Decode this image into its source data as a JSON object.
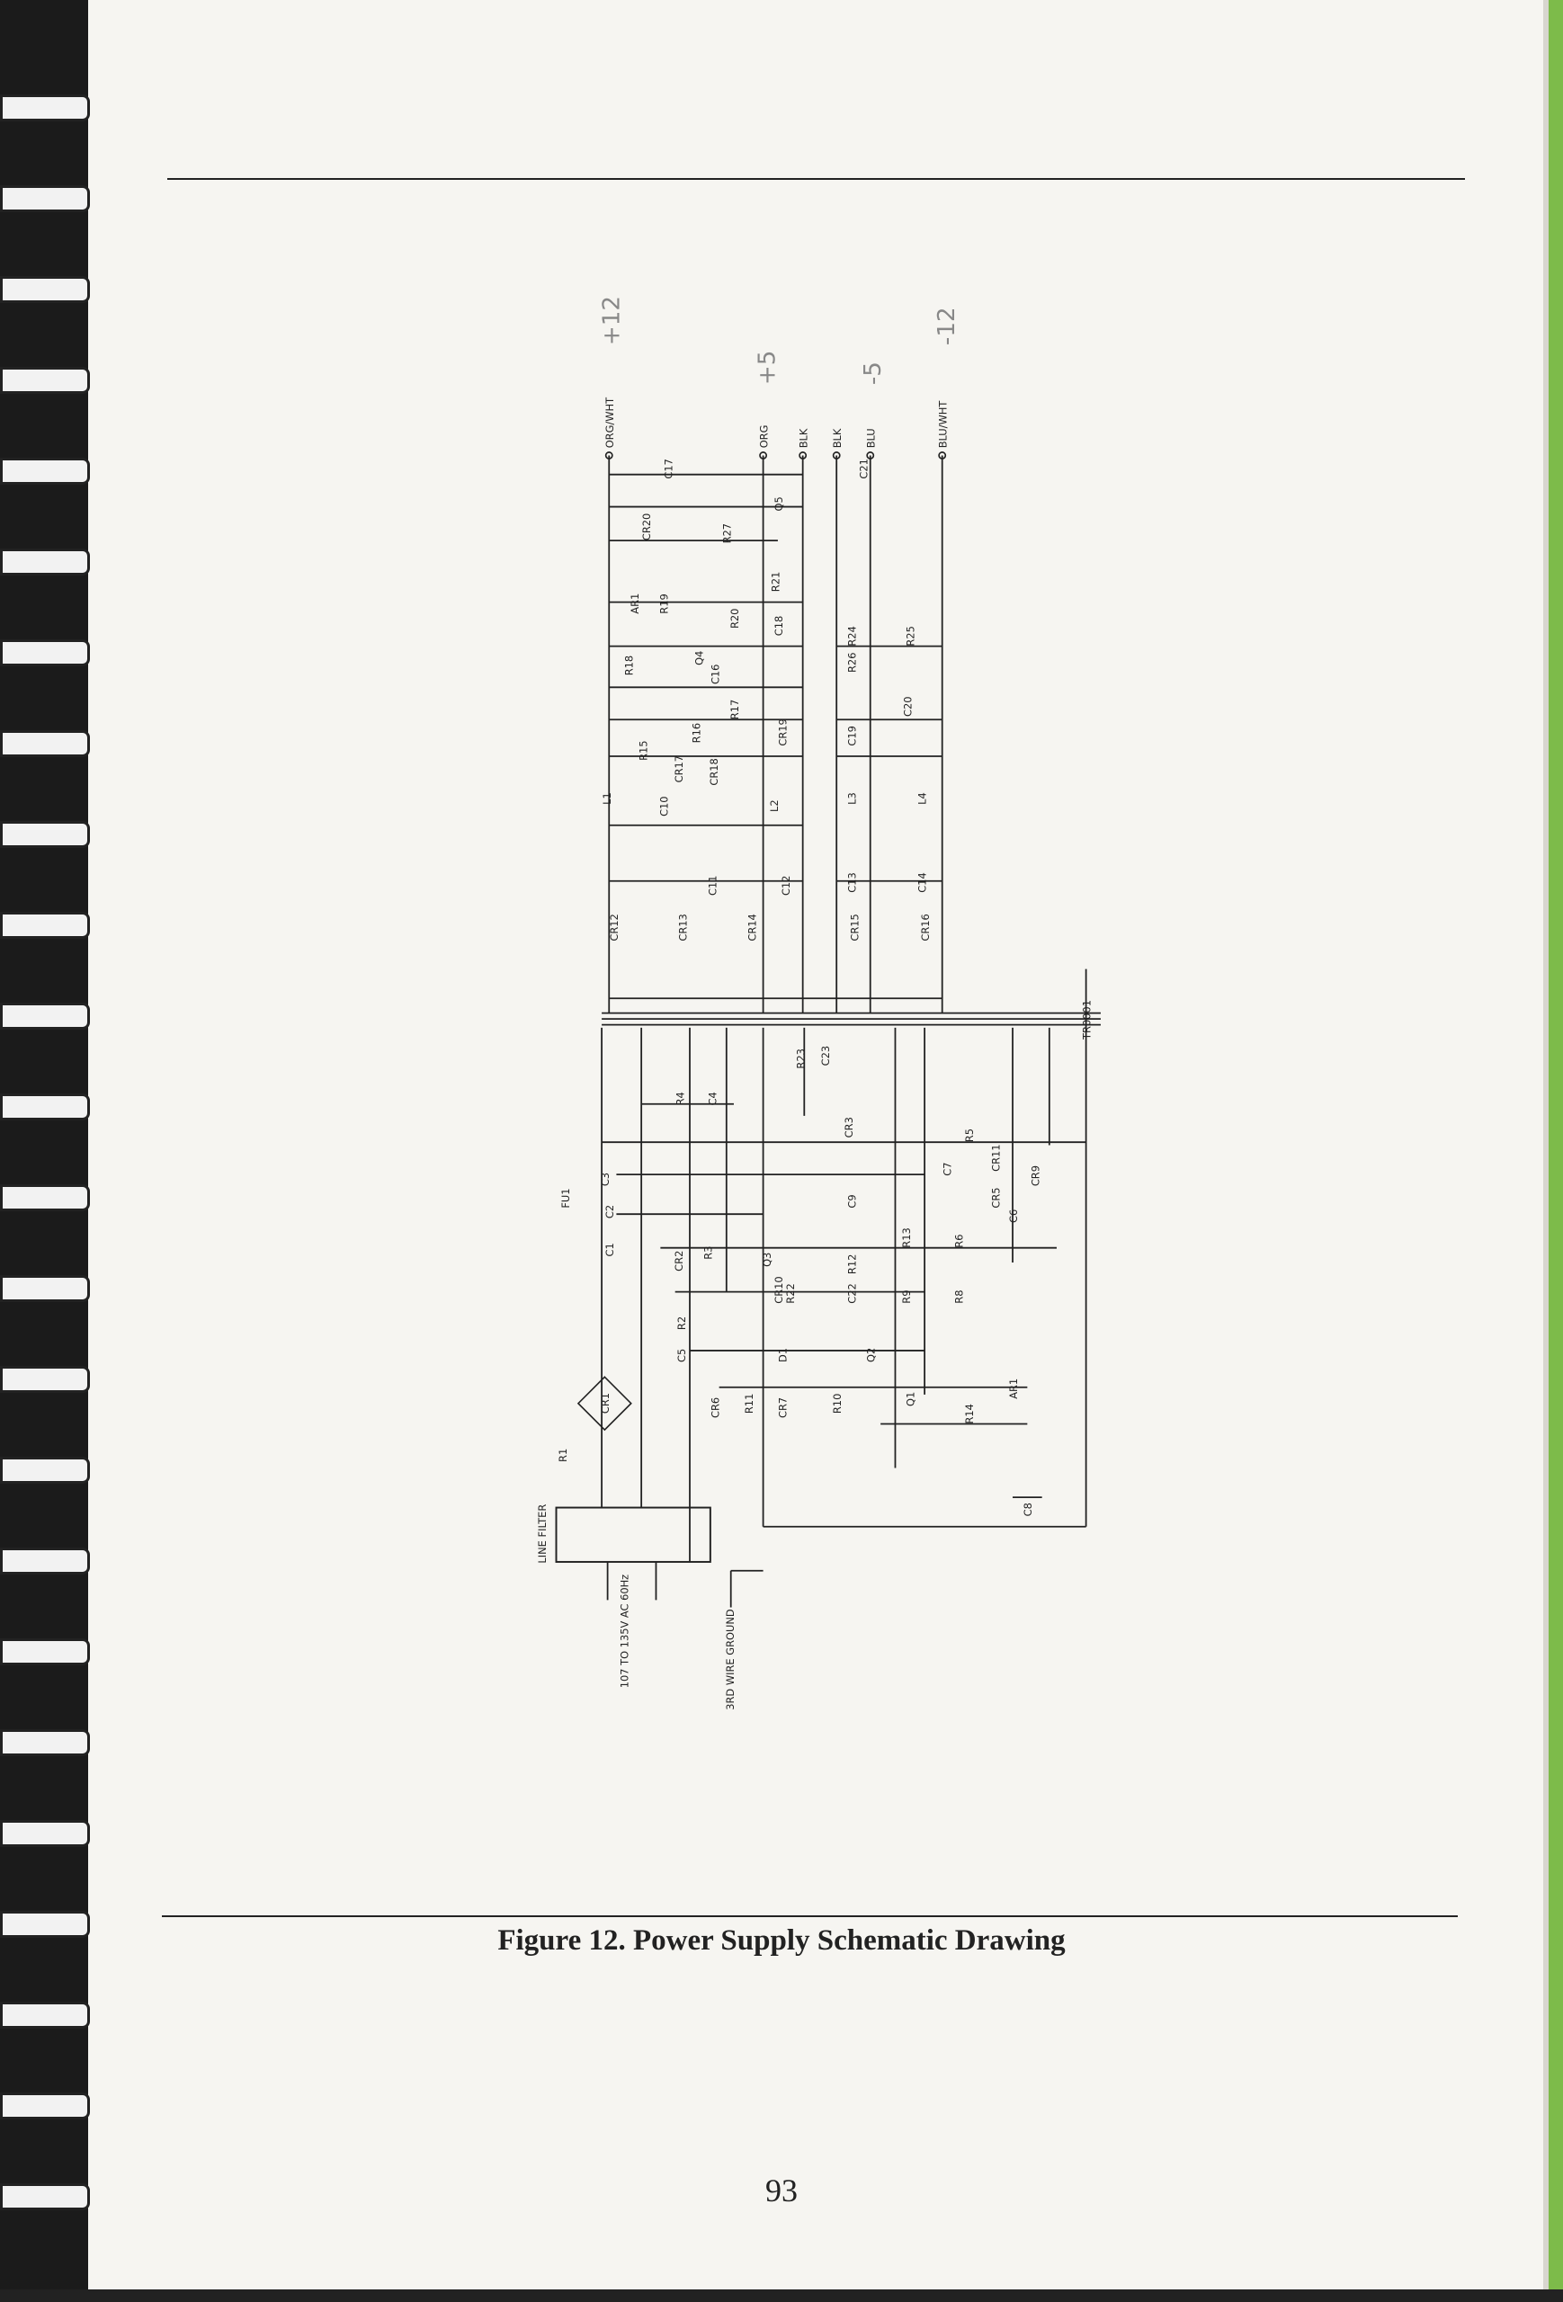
{
  "document": {
    "caption": "Figure 12.  Power Supply Schematic Drawing",
    "page_number": "93"
  },
  "schematic": {
    "output_terminals": [
      "ORG/WHT",
      "ORG",
      "BLK",
      "BLK",
      "BLU",
      "BLU/WHT"
    ],
    "handwritten_voltages": [
      "+12",
      "+5",
      "-5",
      "-12"
    ],
    "components": [
      "C17",
      "CR20",
      "R27",
      "Q5",
      "AR1",
      "R19",
      "R18",
      "Q4",
      "R20",
      "C16",
      "C18",
      "R21",
      "R17",
      "R15",
      "R16",
      "CR17",
      "CR18",
      "CR19",
      "L1",
      "L2",
      "C10",
      "C11",
      "C12",
      "CR12",
      "CR13",
      "CR14",
      "R26",
      "R24",
      "R25",
      "C19",
      "C20",
      "L3",
      "L4",
      "C13",
      "C14",
      "CR15",
      "CR16",
      "C21",
      "TR0001",
      "R23",
      "C23",
      "R4",
      "C4",
      "CR3",
      "C3",
      "FU1",
      "C2",
      "C1",
      "R5",
      "C7",
      "CR11",
      "CR5",
      "CR9",
      "C6",
      "C9",
      "R13",
      "R6",
      "Q3",
      "R3",
      "CR2",
      "CR10",
      "R12",
      "R22",
      "C22",
      "R9",
      "R8",
      "R2",
      "C5",
      "D1",
      "Q2",
      "Q1",
      "CR1",
      "CR6",
      "R11",
      "CR7",
      "R10",
      "R14",
      "AR1",
      "C8",
      "R1"
    ],
    "line_filter_label": "LINE FILTER",
    "input_label": "107 TO 135V AC 60Hz",
    "ground_label": "3RD WIRE GROUND"
  },
  "colors": {
    "paper": "#f6f5f1",
    "ink": "#222222",
    "page_edge": "#7dbb4a"
  }
}
